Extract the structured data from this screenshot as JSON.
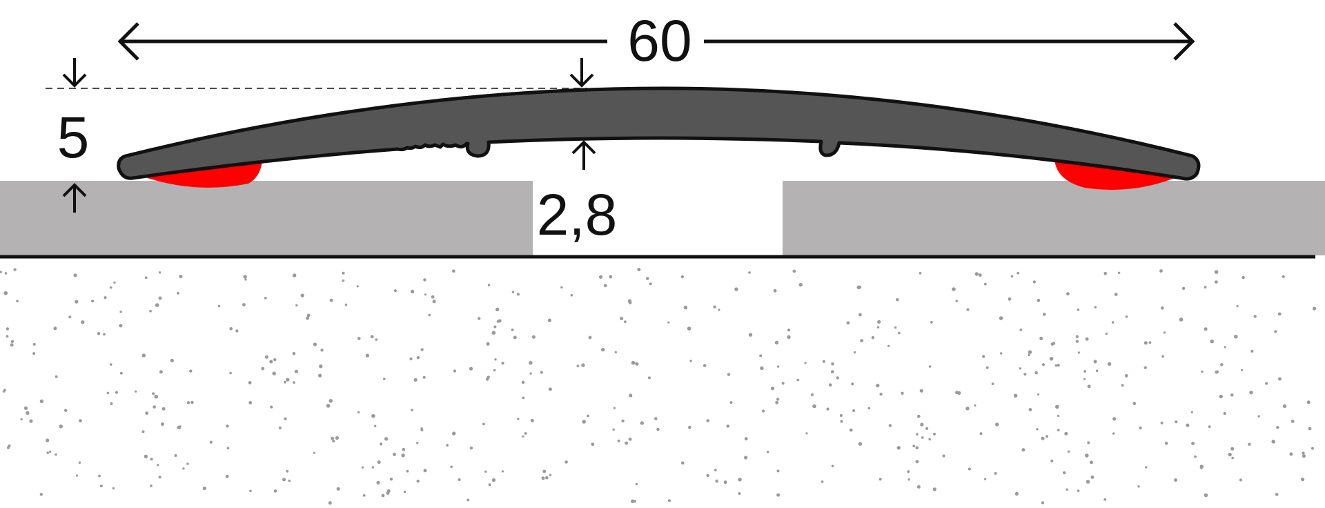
{
  "diagram": {
    "dimensions": {
      "width": "60",
      "height": "5",
      "thickness": "2,8"
    }
  },
  "colors": {
    "background": "#ffffff",
    "line": "#111111",
    "profile": "#565556",
    "adhesive": "#ff0000",
    "floor_panel": "#b4b2b3",
    "concrete_dots": "#9a9a9a"
  }
}
